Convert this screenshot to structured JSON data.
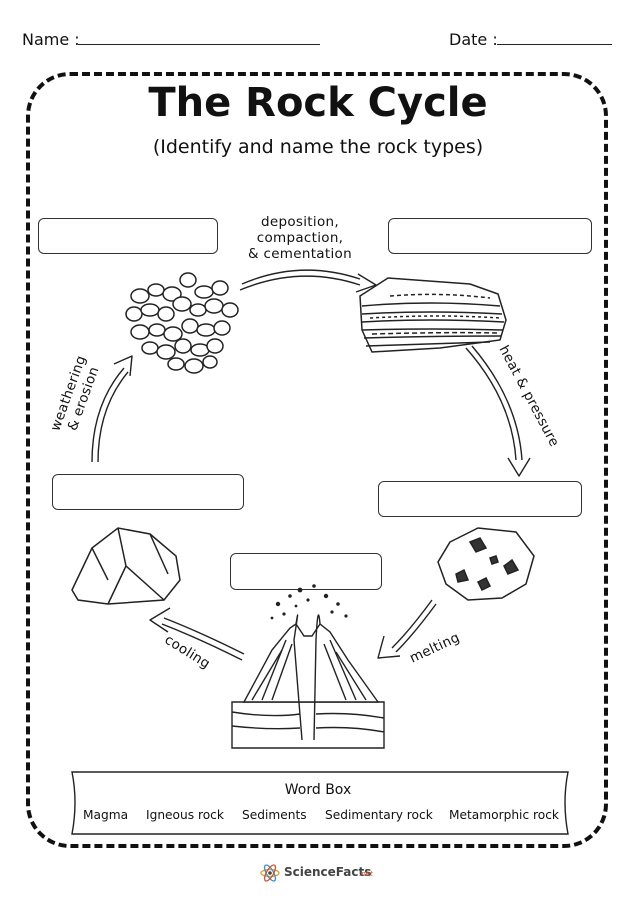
{
  "header": {
    "name_label": "Name :",
    "date_label": "Date :"
  },
  "worksheet": {
    "title": "The Rock Cycle",
    "subtitle": "(Identify and name the rock types)"
  },
  "processes": {
    "deposition": [
      "deposition,",
      "compaction,",
      "& cementation"
    ],
    "heat": "heat & pressure",
    "melting": "melting",
    "cooling": "cooling",
    "weathering": [
      "weathering",
      "& erosion"
    ]
  },
  "word_box": {
    "title": "Word Box",
    "words": [
      "Magma",
      "Igneous rock",
      "Sediments",
      "Sedimentary rock",
      "Metamorphic rock"
    ]
  },
  "logo": {
    "text": "ScienceFacts",
    "tld": ".net"
  }
}
